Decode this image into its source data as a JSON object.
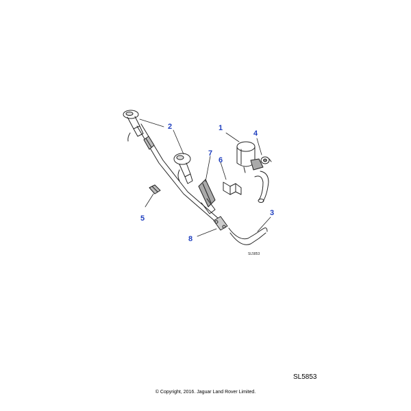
{
  "diagram": {
    "callouts": [
      "1",
      "2",
      "3",
      "4",
      "5",
      "6",
      "7",
      "8"
    ],
    "callout_color": "#1f3fbf",
    "figure_code_inline": "SL5853"
  },
  "footer": {
    "figure_code": "SL5853",
    "copyright": "© Copyright, 2016. Jaguar Land Rover Limited."
  }
}
